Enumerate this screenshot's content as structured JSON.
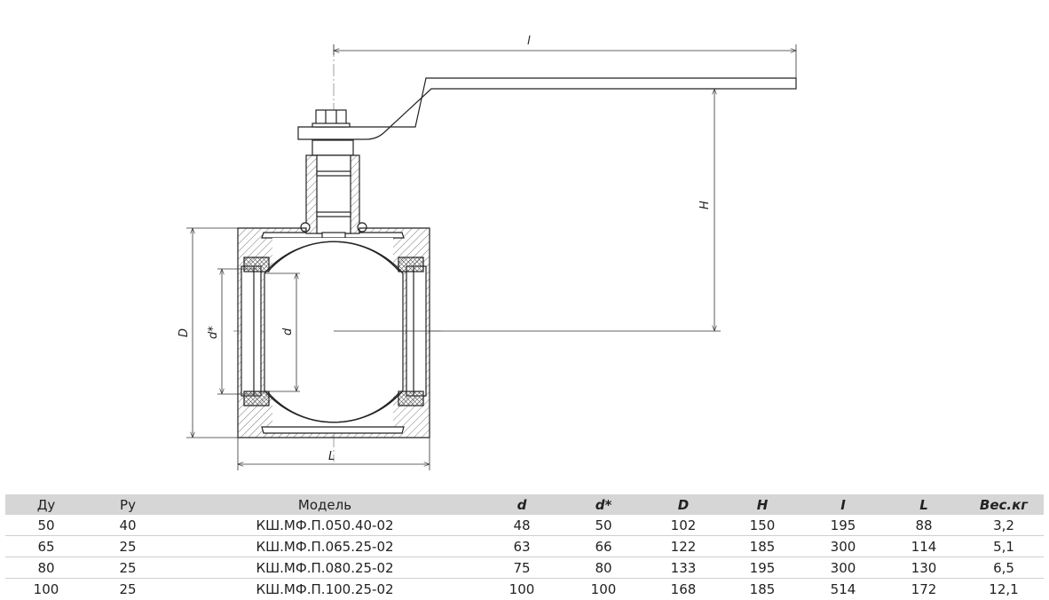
{
  "drawing": {
    "labels": {
      "top_l": "l",
      "H": "H",
      "D": "D",
      "d_star": "d*",
      "d": "d",
      "bottom_L": "L"
    }
  },
  "table": {
    "headers": [
      "Ду",
      "Ру",
      "Модель",
      "d",
      "d*",
      "D",
      "H",
      "I",
      "L",
      "Вес.кг"
    ],
    "rows": [
      [
        "50",
        "40",
        "КШ.МФ.П.050.40-02",
        "48",
        "50",
        "102",
        "150",
        "195",
        "88",
        "3,2"
      ],
      [
        "65",
        "25",
        "КШ.МФ.П.065.25-02",
        "63",
        "66",
        "122",
        "185",
        "300",
        "114",
        "5,1"
      ],
      [
        "80",
        "25",
        "КШ.МФ.П.080.25-02",
        "75",
        "80",
        "133",
        "195",
        "300",
        "130",
        "6,5"
      ],
      [
        "100",
        "25",
        "КШ.МФ.П.100.25-02",
        "100",
        "100",
        "168",
        "185",
        "514",
        "172",
        "12,1"
      ]
    ]
  }
}
